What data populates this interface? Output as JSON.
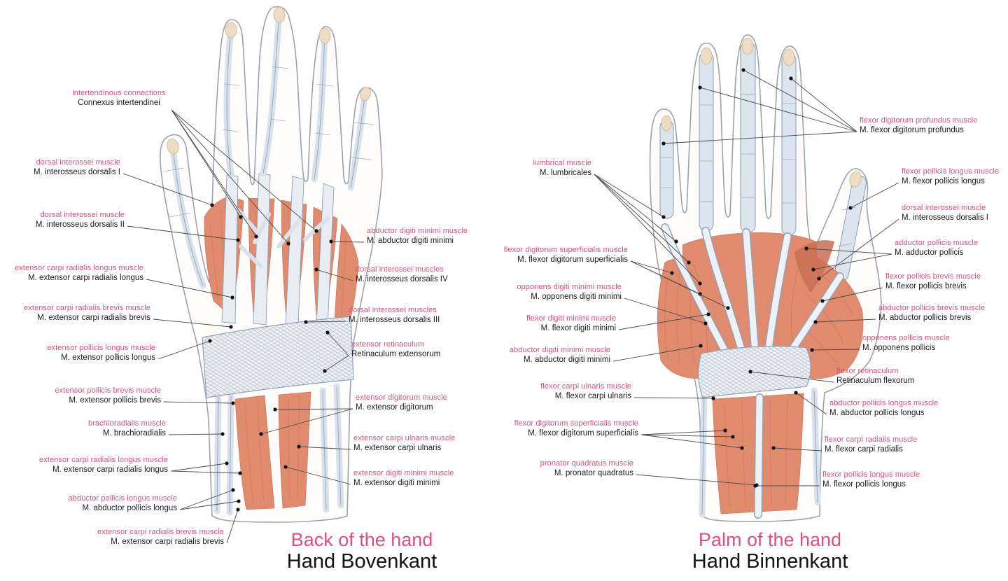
{
  "colors": {
    "label_pink": "#dd4f80",
    "text_black": "#1b1b1b",
    "muscle_salmon": "#e08a6e",
    "muscle_deep": "#c96f53",
    "tendon_light": "#e8edf3",
    "tendon_stroke": "#8fa0b5",
    "outline_gray": "#9aa3ae",
    "bone_blue": "#dce4ee",
    "bone_tip_beige": "#ecdcc3"
  },
  "panels": [
    {
      "title_en": "Back of the hand",
      "title_nl": "Hand Bovenkant",
      "labels": [
        {
          "en": "intertendinous connections",
          "la": "Connexus intertendinei"
        },
        {
          "en": "dorsal interossei muscle",
          "la": "M. interosseus dorsalis I"
        },
        {
          "en": "dorsal interossei muscle",
          "la": "M. interosseus dorsalis II"
        },
        {
          "en": "extensor carpi radialis longus muscle",
          "la": "M. extensor carpi radialis longus"
        },
        {
          "en": "extensor carpi radialis brevis muscle",
          "la": "M. extensor carpi radialis brevis"
        },
        {
          "en": "extensor pollicis longus muscle",
          "la": "M. extensor pollicis longus"
        },
        {
          "en": "extensor pollicis brevis muscle",
          "la": "M. extensor pollicis brevis"
        },
        {
          "en": "brachioradialis muscle",
          "la": "M. brachioradialis"
        },
        {
          "en": "extensor carpi radialis longus muscle",
          "la": "M. extensor carpi radialis longus"
        },
        {
          "en": "abductor pollicis longus muscle",
          "la": "M. abductor pollicis longus"
        },
        {
          "en": "extensor carpi radialis brevis muscle",
          "la": "M. extensor carpi radialis brevis"
        },
        {
          "en": "abductor digiti minimi muscle",
          "la": "M. abductor digiti minimi"
        },
        {
          "en": "dorsal interossei muscles",
          "la": "M. interosseus dorsalis IV"
        },
        {
          "en": "dorsal interossei muscles",
          "la": "M. interosseus dorsalis III"
        },
        {
          "en": "extensor retinaculum",
          "la": "Retinaculum extensorum"
        },
        {
          "en": "extensor digitorum muscle",
          "la": "M. extensor digitorum"
        },
        {
          "en": "extensor carpi ulnaris muscle",
          "la": "M. extensor carpi ulnaris"
        },
        {
          "en": "extensor digiti minimi muscle",
          "la": "M. extensor digiti minimi"
        }
      ]
    },
    {
      "title_en": "Palm of the hand",
      "title_nl": "Hand Binnenkant",
      "labels": [
        {
          "en": "lumbrical muscle",
          "la": "M. lumbricales"
        },
        {
          "en": "flexor digitorum superficialis muscle",
          "la": "M. flexor digitorum superficialis"
        },
        {
          "en": "opponens digiti minimi muscle",
          "la": "M. opponens digiti minimi"
        },
        {
          "en": "flexor digiti minimi muscle",
          "la": "M. flexor digiti minimi"
        },
        {
          "en": "abductor digiti minimi muscle",
          "la": "M. abductor digiti minimi"
        },
        {
          "en": "flexor carpi ulnaris muscle",
          "la": "M. flexor carpi ulnaris"
        },
        {
          "en": "flexor digitorum superficialis muscle",
          "la": "M. flexor digitorum superficialis"
        },
        {
          "en": "pronator quadratus muscle",
          "la": "M. pronator quadratus"
        },
        {
          "en": "flexor digitorum profundus muscle",
          "la": "M. flexor digitorum profundus"
        },
        {
          "en": "flexor pollicis longus muscle",
          "la": "M. flexor pollicis longus"
        },
        {
          "en": "dorsal interossei muscle",
          "la": "M. interosseus dorsalis I"
        },
        {
          "en": "adductor pollicis muscle",
          "la": "M. adductor pollicis"
        },
        {
          "en": "flexor pollicis brevis muscle",
          "la": "M. flexor pollicis brevis"
        },
        {
          "en": "abductor pollicis brevis muscle",
          "la": "M. abductor pollicis brevis"
        },
        {
          "en": "opponens pollicis muscle",
          "la": "M. opponens pollicis"
        },
        {
          "en": "flexor retinaculum",
          "la": "Retinaculum flexorum"
        },
        {
          "en": "abductor pollicis longus muscle",
          "la": "M. abductor pollicis longus"
        },
        {
          "en": "flexor carpi radialis muscle",
          "la": "M. flexor carpi radialis"
        },
        {
          "en": "flexor pollicis longus muscle",
          "la": "M. flexor pollicis longus"
        }
      ]
    }
  ]
}
